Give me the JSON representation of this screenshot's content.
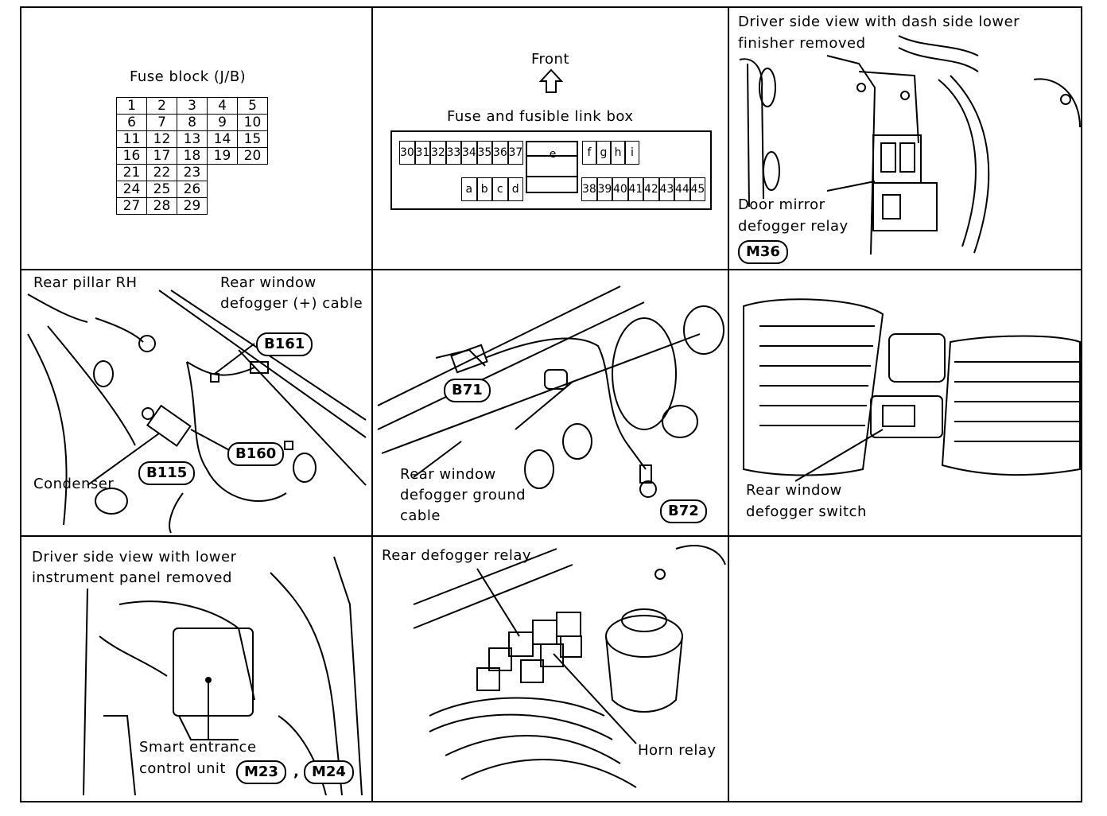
{
  "panel1": {
    "title": "Fuse block (J/B)",
    "fuse_rows": [
      [
        "1",
        "2",
        "3",
        "4",
        "5"
      ],
      [
        "6",
        "7",
        "8",
        "9",
        "10"
      ],
      [
        "11",
        "12",
        "13",
        "14",
        "15"
      ],
      [
        "16",
        "17",
        "18",
        "19",
        "20"
      ],
      [
        "21",
        "22",
        "23"
      ],
      [
        "24",
        "25",
        "26"
      ],
      [
        "27",
        "28",
        "29"
      ]
    ]
  },
  "panel2": {
    "front_label": "Front",
    "box_title": "Fuse and fusible link box",
    "top_left_fuses": [
      "30",
      "31",
      "32",
      "33",
      "34",
      "35",
      "36",
      "37"
    ],
    "center_fuse": "e",
    "top_right_fuses": [
      "f",
      "g",
      "h",
      "i"
    ],
    "bottom_left_fuses": [
      "a",
      "b",
      "c",
      "d"
    ],
    "bottom_right_fuses": [
      "38",
      "39",
      "40",
      "41",
      "42",
      "43",
      "44",
      "45"
    ]
  },
  "panel3": {
    "title_line1": "Driver side view with dash side lower",
    "title_line2": "finisher removed",
    "relay_line1": "Door mirror",
    "relay_line2": "defogger relay",
    "connector": "M36"
  },
  "panel4": {
    "pillar_label": "Rear pillar RH",
    "cable_line1": "Rear window",
    "cable_line2": "defogger (+) cable",
    "condenser_label": "Condenser",
    "connectors": [
      "B161",
      "B160",
      "B115"
    ]
  },
  "panel5": {
    "ground_line1": "Rear window",
    "ground_line2": "defogger ground",
    "ground_line3": "cable",
    "connectors": [
      "B71",
      "B72"
    ]
  },
  "panel6": {
    "switch_line1": "Rear window",
    "switch_line2": "defogger switch"
  },
  "panel7": {
    "title_line1": "Driver side view with lower",
    "title_line2": "instrument panel removed",
    "unit_line1": "Smart entrance",
    "unit_line2": "control unit",
    "connectors": [
      "M23",
      "M24"
    ],
    "separator": ","
  },
  "panel8": {
    "relay_label": "Rear defogger relay",
    "horn_label": "Horn relay"
  }
}
